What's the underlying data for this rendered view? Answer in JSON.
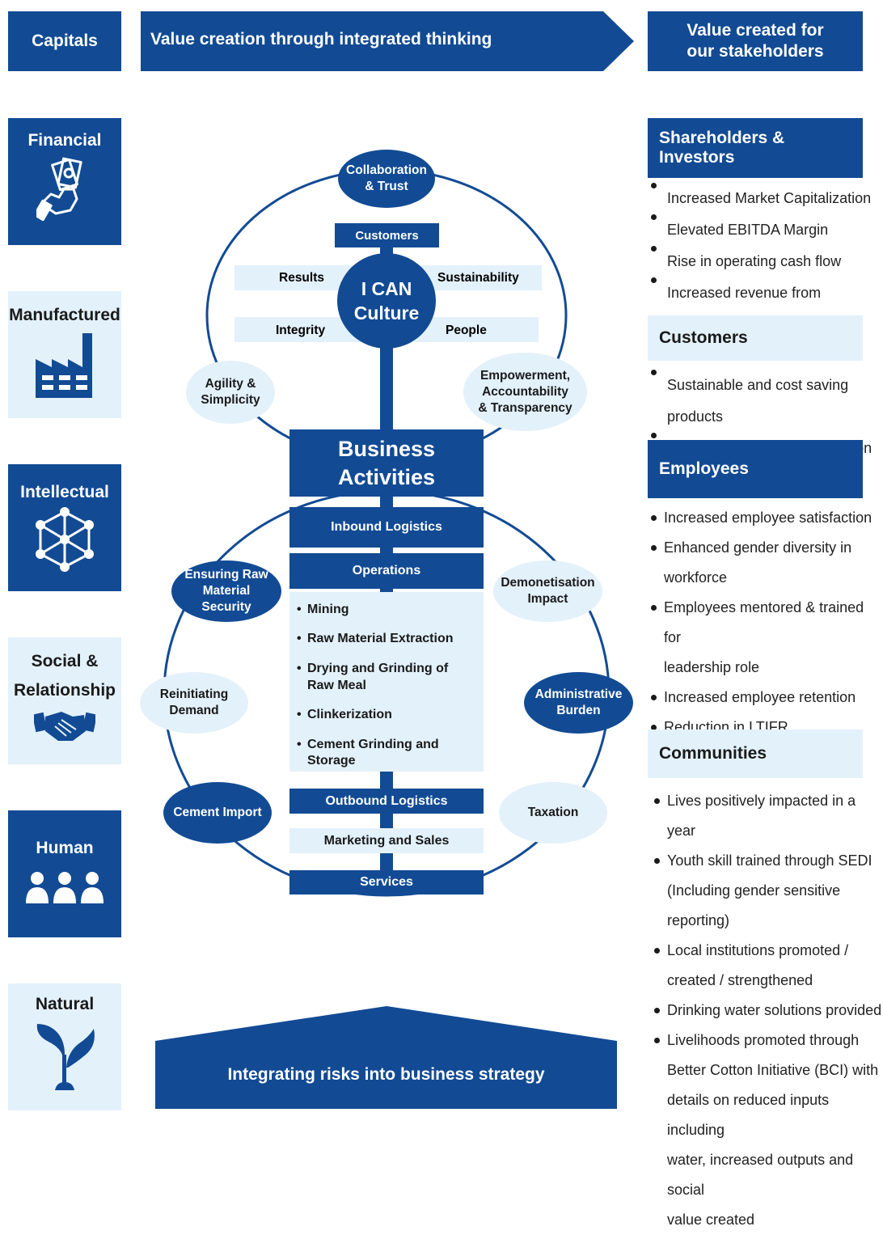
{
  "header": {
    "capitals": "Capitals",
    "value_creation": "Value creation through integrated thinking",
    "value_created_line1": "Value created for",
    "value_created_line2": "our stakeholders"
  },
  "capitals": [
    {
      "label": "Financial",
      "icon": "money-hand-icon",
      "style": "dark"
    },
    {
      "label": "Manufactured",
      "icon": "factory-icon",
      "style": "light"
    },
    {
      "label": "Intellectual",
      "icon": "network-cube-icon",
      "style": "dark"
    },
    {
      "label_line1": "Social &",
      "label_line2": "Relationship",
      "icon": "handshake-icon",
      "style": "light"
    },
    {
      "label": "Human",
      "icon": "people-icon",
      "style": "dark"
    },
    {
      "label": "Natural",
      "icon": "plant-icon",
      "style": "light"
    }
  ],
  "culture": {
    "top": {
      "line1": "Collaboration",
      "line2": "& Trust"
    },
    "customers": "Customers",
    "results": "Results",
    "sustainability": "Sustainability",
    "integrity": "Integrity",
    "people": "People",
    "center_line1": "I CAN",
    "center_line2": "Culture",
    "agility": {
      "line1": "Agility &",
      "line2": "Simplicity"
    },
    "empowerment": {
      "line1": "Empowerment,",
      "line2": "Accountability",
      "line3": "& Transparency"
    }
  },
  "business": {
    "title_line1": "Business",
    "title_line2": "Activities",
    "inbound": "Inbound Logistics",
    "operations": "Operations",
    "ops_items": [
      "Mining",
      "Raw Material Extraction",
      "Drying and Grinding of",
      "Raw Meal",
      "Clinkerization",
      "Cement Grinding and Storage"
    ],
    "outbound": "Outbound Logistics",
    "marketing": "Marketing and Sales",
    "services": "Services"
  },
  "risks": {
    "raw_material": {
      "line1": "Ensuring Raw",
      "line2": "Material",
      "line3": "Security"
    },
    "demonetisation": {
      "line1": "Demonetisation",
      "line2": "Impact"
    },
    "reinitiating": {
      "line1": "Reinitiating",
      "line2": "Demand"
    },
    "administrative": {
      "line1": "Administrative",
      "line2": "Burden"
    },
    "cement_import": "Cement Import",
    "taxation": "Taxation"
  },
  "footer": "Integrating risks into business strategy",
  "stakeholders": {
    "shareholders": {
      "title": "Shareholders & Investors",
      "items": [
        "Increased Market Capitalization",
        "Elevated EBITDA Margin",
        "Rise in operating cash flow",
        "Increased revenue from operations"
      ]
    },
    "customers": {
      "title": "Customers",
      "items": [
        "Sustainable and cost saving products",
        "Increased customer satisfaction"
      ]
    },
    "employees": {
      "title": "Employees",
      "items": [
        "Increased employee satisfaction",
        "Enhanced gender diversity in",
        "workforce",
        "Employees mentored & trained for",
        "leadership role",
        "Increased employee retention",
        "Reduction in LTIFR"
      ]
    },
    "communities": {
      "title": "Communities",
      "items": [
        "Lives positively impacted in a year",
        "Youth skill trained through SEDI",
        "(Including gender sensitive",
        "reporting)",
        "Local institutions promoted /",
        "created / strengthened",
        "Drinking water solutions provided",
        "Livelihoods promoted through",
        "Better Cotton Initiative (BCI) with",
        "details on reduced inputs including",
        "water, increased outputs and social",
        "value created"
      ]
    }
  },
  "colors": {
    "dark_blue": "#124b94",
    "light_blue": "#e3f1fb"
  }
}
